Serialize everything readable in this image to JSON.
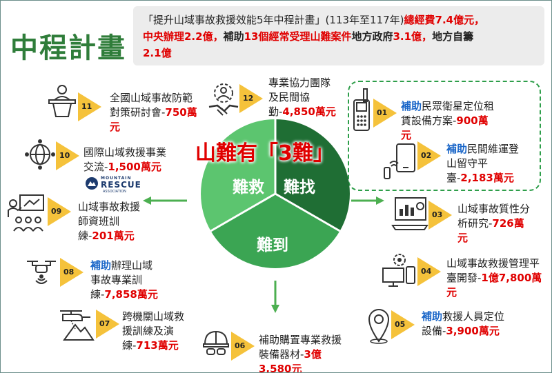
{
  "title": "中程計畫",
  "banner": {
    "line_a": "「提升山域事故救援效能5年中程計畫」(113年至117年)",
    "total": "總經費7.4億元，",
    "central": "中央辦理2.2億，",
    "subsidy_pre": "補助",
    "subsidy_count": "13個經常受理山難案件",
    "subsidy_post": "地方政府",
    "subsidy_amt": "3.1億，",
    "local": "地方自籌",
    "local_amt": "2.1億"
  },
  "center": {
    "headline_a": "山難有「",
    "headline_b": "3難",
    "headline_c": "」",
    "segments": [
      "難救",
      "難找",
      "難到"
    ]
  },
  "logo": {
    "top": "MOUNTAIN",
    "main": "RESCUE",
    "bottom": "ASSOCIATION"
  },
  "colors": {
    "seg_left": "#5cc56f",
    "seg_right": "#1f6e34",
    "seg_bottom": "#3ba553",
    "accent": "#f5c23b",
    "money": "#e00000",
    "help": "#1a66c8"
  },
  "items": [
    {
      "num": "01",
      "help": "補助",
      "text": "民眾衛星定位租賃設備方案-",
      "amount": "900萬元"
    },
    {
      "num": "02",
      "help": "補助",
      "text": "民間維運登山留守平臺-",
      "amount": "2,183萬元"
    },
    {
      "num": "03",
      "help": "",
      "text": "山域事故質性分析研究-",
      "amount": "726萬元"
    },
    {
      "num": "04",
      "help": "",
      "text": "山域事故救援管理平臺開發-",
      "amount": "1億7,800萬元"
    },
    {
      "num": "05",
      "help": "補助",
      "text": "救援人員定位設備-",
      "amount": "3,900萬元"
    },
    {
      "num": "06",
      "help": "",
      "text": "補助購置專業救援裝備器材-",
      "amount": "3億3,580元"
    },
    {
      "num": "07",
      "help": "",
      "text": "跨機關山域救援訓練及演練-",
      "amount": "713萬元"
    },
    {
      "num": "08",
      "help": "補助",
      "text": "辦理山域事故專業訓練-",
      "amount": "7,858萬元"
    },
    {
      "num": "09",
      "help": "",
      "text": "山域事故救援師資班訓練-",
      "amount": "201萬元"
    },
    {
      "num": "10",
      "help": "",
      "text": "國際山域救援事業交流-",
      "amount": "1,500萬元"
    },
    {
      "num": "11",
      "help": "",
      "text": "全國山域事故防範對策研討會-",
      "amount": "750萬元"
    },
    {
      "num": "12",
      "help": "",
      "text": "專業協力團隊及民間協勤-",
      "amount": "4,850萬元"
    }
  ]
}
